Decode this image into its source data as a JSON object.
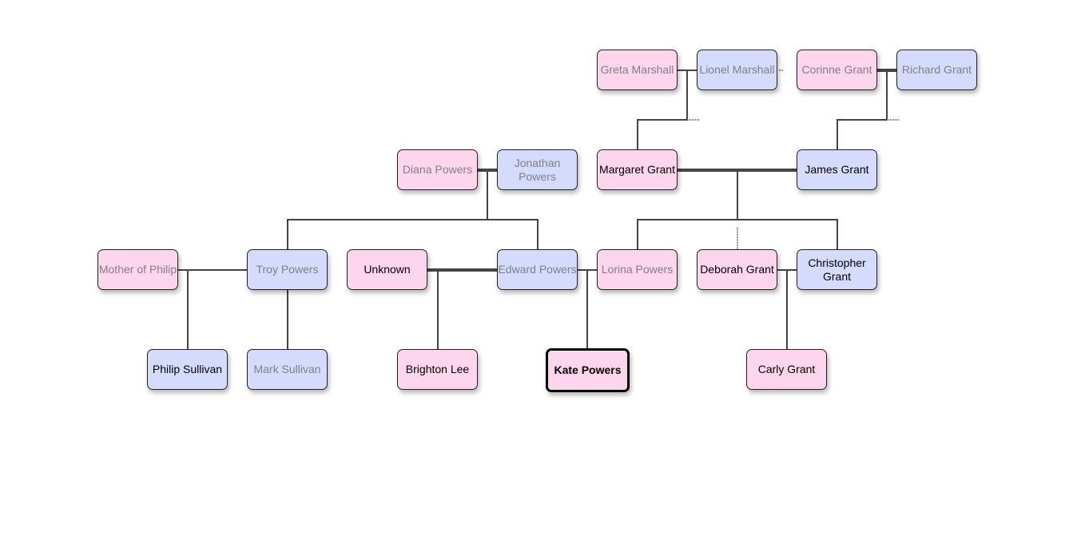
{
  "people": {
    "greta": "Greta Marshall",
    "lionel": "Lionel Marshall",
    "corinne": "Corinne Grant",
    "richard": "Richard Grant",
    "diana": "Diana Powers",
    "jonathan": "Jonathan Powers",
    "margaret": "Margaret Grant",
    "james": "James Grant",
    "mother_philip": "Mother of Philip",
    "troy": "Troy Powers",
    "unknown": "Unknown",
    "edward": "Edward Powers",
    "lorina": "Lorina Powers",
    "deborah": "Deborah Grant",
    "christopher": "Christopher Grant",
    "philip": "Philip Sullivan",
    "mark": "Mark Sullivan",
    "brighton": "Brighton Lee",
    "kate": "Kate Powers",
    "carly": "Carly Grant"
  },
  "selected": "Kate Powers",
  "colors": {
    "female": "#fdd5ec",
    "male": "#d5dbfd",
    "line": "#444444",
    "inactive_text": "#808080"
  }
}
